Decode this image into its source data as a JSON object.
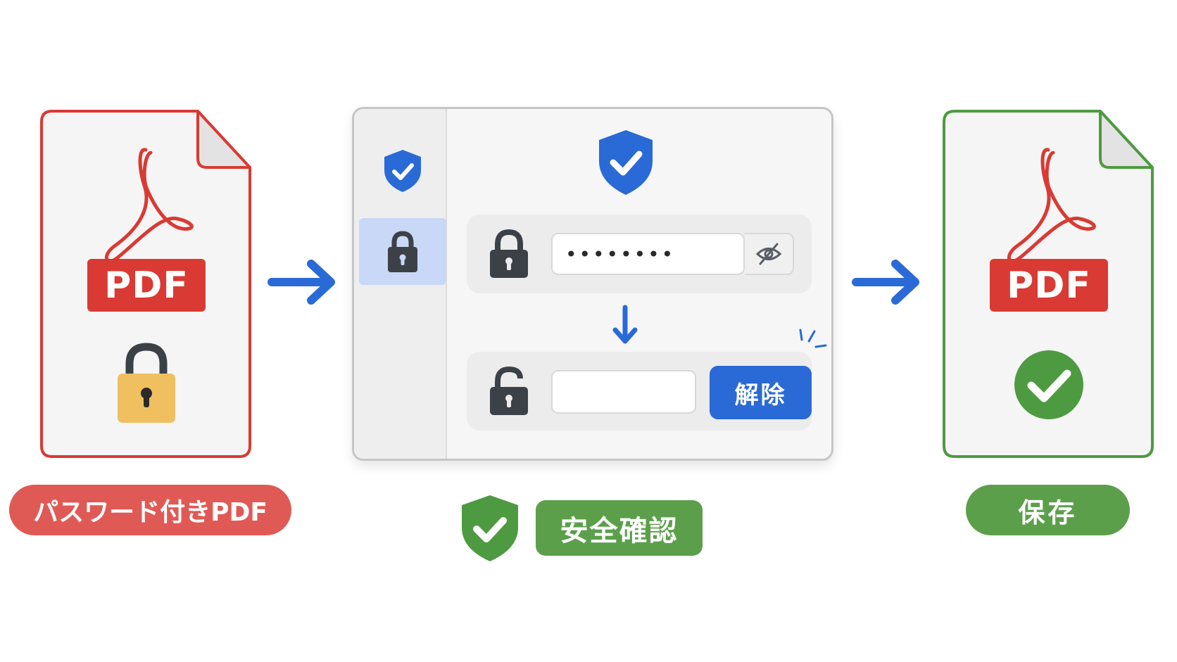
{
  "input": {
    "badge": "PDF",
    "caption": "パスワード付きPDF"
  },
  "dialog": {
    "password_mask": "••••••••",
    "unlock_label": "解除"
  },
  "verify": {
    "caption": "安全確認"
  },
  "output": {
    "badge": "PDF",
    "caption": "保存"
  },
  "icons": {
    "input_doc": "pdf-file-icon",
    "padlock": "padlock-icon",
    "flow_arrow": "arrow-right-icon",
    "sidebar_shield": "shield-check-icon",
    "sidebar_lock": "lock-icon",
    "header_shield": "shield-check-icon",
    "eye": "eye-off-icon",
    "down_arrow": "arrow-down-icon",
    "unlock": "unlock-icon",
    "verify_shield": "shield-check-icon",
    "saved_check": "check-circle-icon"
  },
  "colors": {
    "red": "#d93a33",
    "red_pill": "#e05a55",
    "green": "#4e9a40",
    "green_pill": "#5c9f4b",
    "blue": "#2a6ad6",
    "lock_body": "#f0c060",
    "lock_dark": "#3c4148"
  }
}
